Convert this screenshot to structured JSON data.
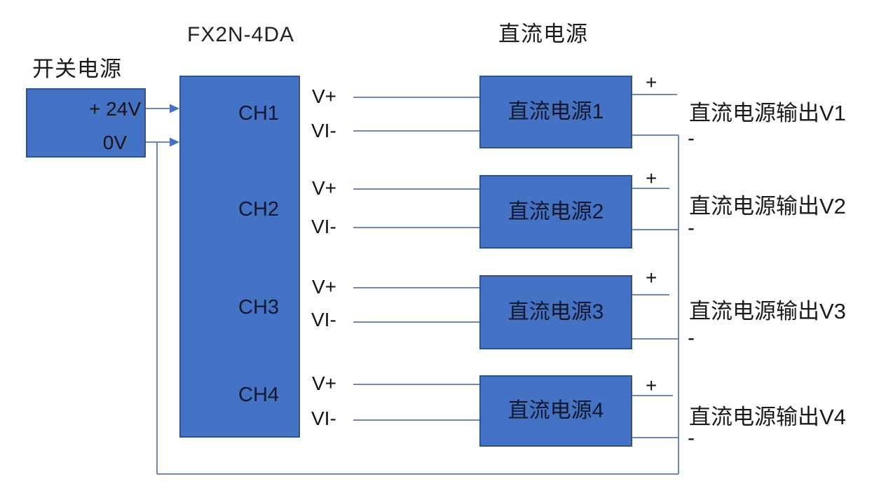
{
  "colors": {
    "box_fill": "#4472C4",
    "box_border": "#2F528F",
    "wire": "#5879AD",
    "arrow": "#4472C4",
    "text": "#1A1A1A"
  },
  "titles": {
    "switch_supply": "开关电源",
    "module": "FX2N-4DA",
    "dc_supply": "直流电源"
  },
  "switch_supply": {
    "plus_terminal": "+ 24V",
    "zero_terminal": "0V"
  },
  "module": {
    "channels": [
      "CH1",
      "CH2",
      "CH3",
      "CH4"
    ]
  },
  "rows": [
    {
      "vplus": "V+",
      "vminus": "VI-",
      "dc_name": "直流电源1",
      "plus": "+",
      "minus": "-",
      "output": "直流电源输出V1"
    },
    {
      "vplus": "V+",
      "vminus": "VI-",
      "dc_name": "直流电源2",
      "plus": "+",
      "minus": "-",
      "output": "直流电源输出V2"
    },
    {
      "vplus": "V+",
      "vminus": "VI-",
      "dc_name": "直流电源3",
      "plus": "+",
      "minus": "-",
      "output": "直流电源输出V3"
    },
    {
      "vplus": "V+",
      "vminus": "VI-",
      "dc_name": "直流电源4",
      "plus": "+",
      "minus": "-",
      "output": "直流电源输出V4"
    }
  ]
}
